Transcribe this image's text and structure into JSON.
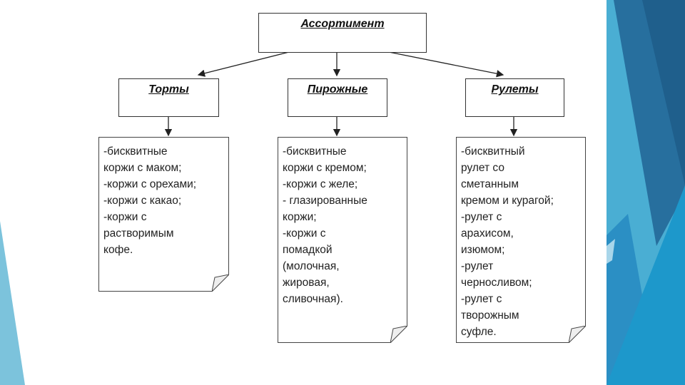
{
  "root": {
    "title": "Ассортимент"
  },
  "categories": [
    {
      "title": "Торты",
      "items": [
        "-бисквитные",
        "коржи с маком;",
        "-коржи с орехами;",
        "-коржи с какао;",
        "-коржи с",
        "растворимым",
        "кофе."
      ]
    },
    {
      "title": "Пирожные",
      "items": [
        "-бисквитные",
        "коржи с кремом;",
        "-коржи с желе;",
        "- глазированные",
        "коржи;",
        "-коржи с",
        "помадкой",
        "(молочная,",
        "жировая,",
        "сливочная)."
      ]
    },
    {
      "title": "Рулеты",
      "items": [
        "-бисквитный",
        "рулет со",
        "сметанным",
        "кремом и курагой;",
        "-рулет с",
        "арахисом,",
        "изюмом;",
        "-рулет",
        "черносливом;",
        "-рулет с",
        "творожным",
        "суфле."
      ]
    }
  ],
  "colors": {
    "deco_dark": "#236a98",
    "deco_light": "#4fb0d4",
    "deco_mid": "#1d95c8"
  }
}
